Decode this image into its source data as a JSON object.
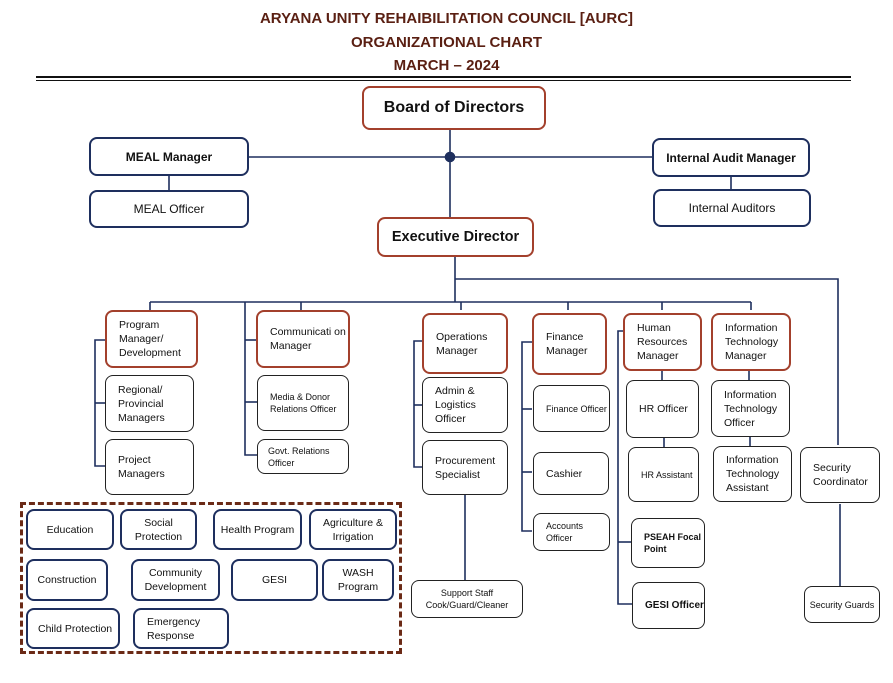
{
  "header": {
    "org_name": "ARYANA UNITY REHAIBILITATION COUNCIL [AURC]",
    "doc_title": "ORGANIZATIONAL CHART",
    "date": "MARCH – 2024"
  },
  "colors": {
    "title": "#5a1f12",
    "manager_border": "#a3402c",
    "navy_border": "#1e2f5e",
    "connector": "#1e2f5e",
    "program_group_dash": "#6b2a16"
  },
  "top": {
    "board": "Board of Directors",
    "meal_manager": "MEAL Manager",
    "meal_officer": "MEAL Officer",
    "audit_manager": "Internal Audit Manager",
    "internal_auditors": "Internal Auditors",
    "executive_director": "Executive Director"
  },
  "departments": {
    "program": {
      "manager": "Program Manager/ Development",
      "staff": [
        "Regional/ Provincial Managers",
        "Project Managers"
      ]
    },
    "communication": {
      "manager": "Communicati on Manager",
      "staff": [
        "Media & Donor Relations Officer",
        "Govt. Relations Officer"
      ]
    },
    "operations": {
      "manager": "Operations Manager",
      "staff": [
        "Admin & Logistics Officer",
        "Procurement Specialist"
      ],
      "support": "Support Staff Cook/Guard/Cleaner"
    },
    "finance": {
      "manager": "Finance Manager",
      "staff": [
        "Finance Officer",
        "Cashier",
        "Accounts Officer"
      ]
    },
    "hr": {
      "manager": "Human Resources Manager",
      "staff": [
        "HR Officer",
        "HR Assistant"
      ],
      "focal": [
        "PSEAH Focal Point",
        "GESI Officer"
      ]
    },
    "it": {
      "manager": "Information Technology Manager",
      "staff": [
        "Information Technology Officer",
        "Information Technology Assistant"
      ]
    },
    "security": {
      "coordinator": "Security Coordinator",
      "guards": "Security Guards"
    }
  },
  "programs": [
    "Education",
    "Social Protection",
    "Health Program",
    "Agriculture & Irrigation",
    "Construction",
    "Community Development",
    "GESI",
    "WASH Program",
    "Child Protection",
    "Emergency Response"
  ]
}
